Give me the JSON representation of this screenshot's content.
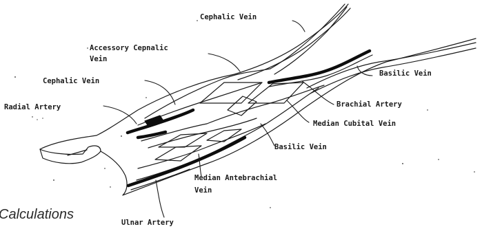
{
  "labels": {
    "cephalic_vein_top": "Cephalic Vein",
    "accessory_cephalic_line1": "Accessory Cepnalic",
    "accessory_cephalic_line2": "Vein",
    "cephalic_vein_left": "Cephalic Vein",
    "radial_artery": "Radial Artery",
    "basilic_vein_right": "Basilic Vein",
    "brachial_artery": "Brachial Artery",
    "median_cubital_vein": "Median Cubital Vein",
    "basilic_vein_lower": "Basilic Vein",
    "median_antebrachial_line1": "Median Antebrachial",
    "median_antebrachial_line2": "Vein",
    "ulnar_artery": "Ulnar Artery"
  },
  "caption": "Calculations"
}
